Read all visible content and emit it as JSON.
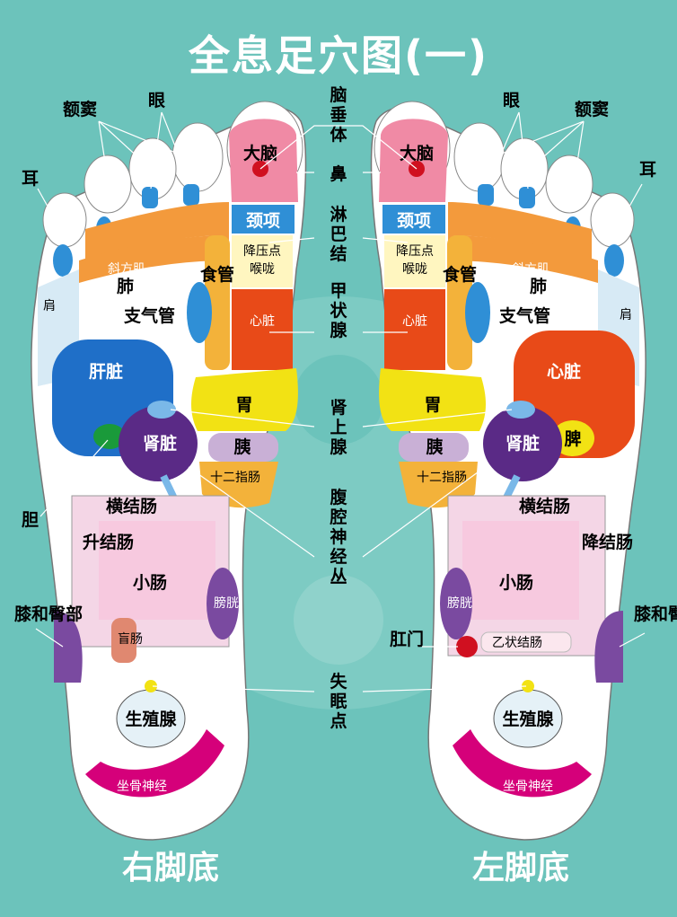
{
  "title": "全息足穴图(一)",
  "feet": {
    "right": "右脚底",
    "left": "左脚底"
  },
  "center_labels": [
    "脑垂体",
    "鼻",
    "淋巴结",
    "甲状腺",
    "肾上腺",
    "腹腔神经丛",
    "失眠点"
  ],
  "regions": {
    "brain": "大脑",
    "eye": "眼",
    "sinus": "额窦",
    "ear": "耳",
    "shoulder": "肩",
    "trapezius": "斜方肌",
    "lung": "肺",
    "bronchus": "支气管",
    "esophagus": "食管",
    "neck": "颈项",
    "bp_point": "降压点",
    "throat": "喉咙",
    "heart": "心脏",
    "liver": "肝脏",
    "gall": "胆",
    "stomach": "胃",
    "kidney": "肾脏",
    "pancreas": "胰",
    "duodenum": "十二指肠",
    "spleen": "脾",
    "transverse_colon": "横结肠",
    "ascending_colon": "升结肠",
    "descending_colon": "降结肠",
    "small_intestine": "小肠",
    "appendix": "盲肠",
    "bladder": "膀胱",
    "anus": "肛门",
    "sigmoid_colon": "乙状结肠",
    "knee_hip": "膝和臀部",
    "genital": "生殖腺",
    "sciatic": "坐骨神经"
  },
  "colors": {
    "background": "#6cc3bb",
    "foot": "#ffffff",
    "brain": "#f08aa5",
    "neck": "#2f8fd6",
    "heart": "#e84a18",
    "stomach": "#f2e214",
    "kidney": "#5a2a86",
    "liver": "#1f6fc8",
    "esophagus": "#f3b23a",
    "trapezius": "#f39a3c",
    "sciatic": "#d5007a",
    "intestine": "#f4d6e6",
    "knee": "#7a4aa0"
  }
}
